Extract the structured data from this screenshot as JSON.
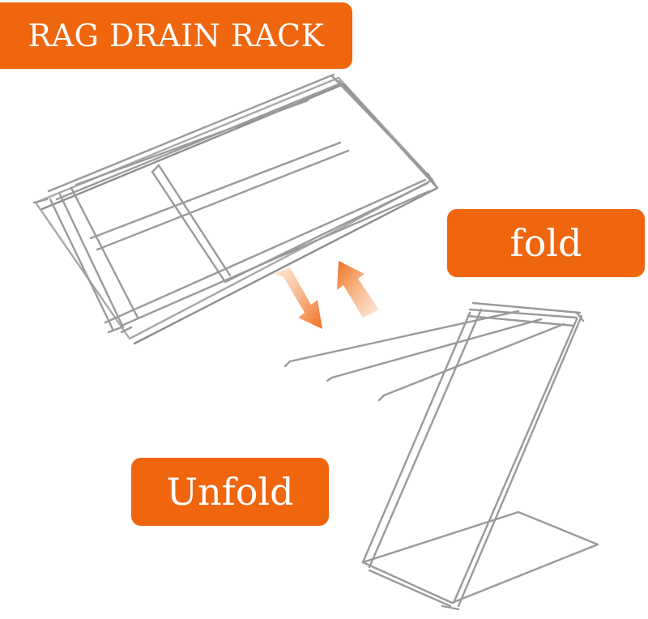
{
  "labels": {
    "title": "RAG DRAIN RACK",
    "fold": "fold",
    "unfold": "Unfold"
  },
  "colors": {
    "label_bg": "#f0660f",
    "label_text": "#ffffff",
    "wire": "#9a9a9a",
    "arrow": "#f28a3c"
  }
}
